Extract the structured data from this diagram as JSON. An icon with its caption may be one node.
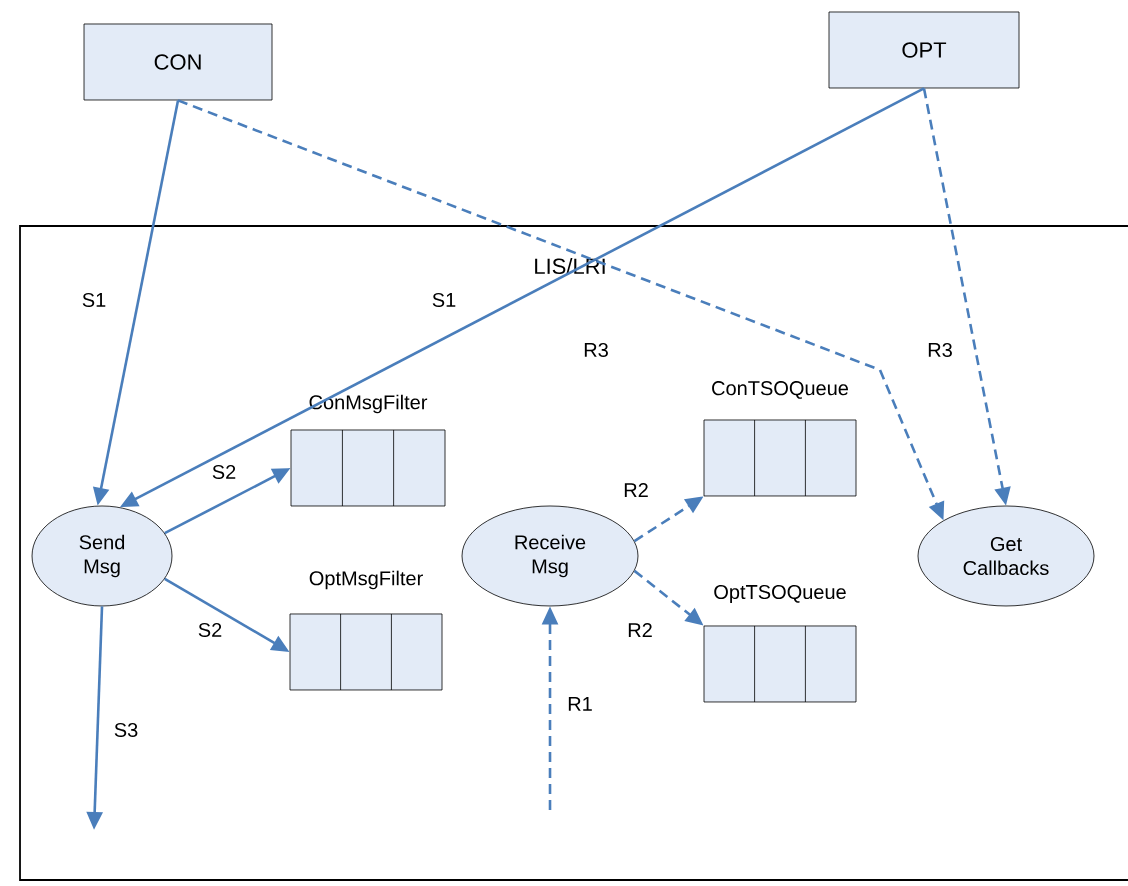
{
  "diagram": {
    "nodes": [
      {
        "text": [
          "CON"
        ]
      },
      {
        "text": [
          "OPT"
        ]
      },
      {
        "text": [
          "LIS/LRI"
        ]
      },
      {
        "text": [
          "Send Msg"
        ],
        "in": 2
      },
      {
        "text": [
          "ConMsgFilter"
        ],
        "in": 2
      },
      {
        "text": [
          "OptMsgFilter"
        ],
        "in": 2
      },
      {
        "text": [
          "Receive Msg"
        ],
        "in": 2
      },
      {
        "text": [
          "ConTSOQueue"
        ],
        "in": 2
      },
      {
        "text": [
          "OptTSOQueue"
        ],
        "in": 2
      },
      {
        "text": [
          "Get Callbacks"
        ],
        "in": 2
      }
    ],
    "edges": [
      {
        "from": 0,
        "to": 3,
        "arrow": "to",
        "label": "S1"
      },
      {
        "from": 1,
        "to": 3,
        "arrow": "to",
        "label": "S1"
      },
      {
        "from": 0,
        "to": 9,
        "arrow": "to",
        "label": "R3",
        "style": "dashed"
      },
      {
        "from": 1,
        "to": 9,
        "arrow": "to",
        "label": "R3",
        "style": "dashed"
      },
      {
        "from": 3,
        "to": 4,
        "arrow": "to",
        "label": "S2"
      },
      {
        "from": 3,
        "to": 5,
        "arrow": "to",
        "label": "S2"
      },
      {
        "from": 3,
        "to": null,
        "arrow": "to",
        "label": "S3"
      },
      {
        "from": null,
        "to": 6,
        "arrow": "to",
        "label": "R1",
        "style": "dashed"
      },
      {
        "from": 6,
        "to": 7,
        "arrow": "to",
        "label": "R2",
        "style": "dashed"
      },
      {
        "from": 6,
        "to": 8,
        "arrow": "to",
        "label": "R2",
        "style": "dashed"
      }
    ]
  }
}
